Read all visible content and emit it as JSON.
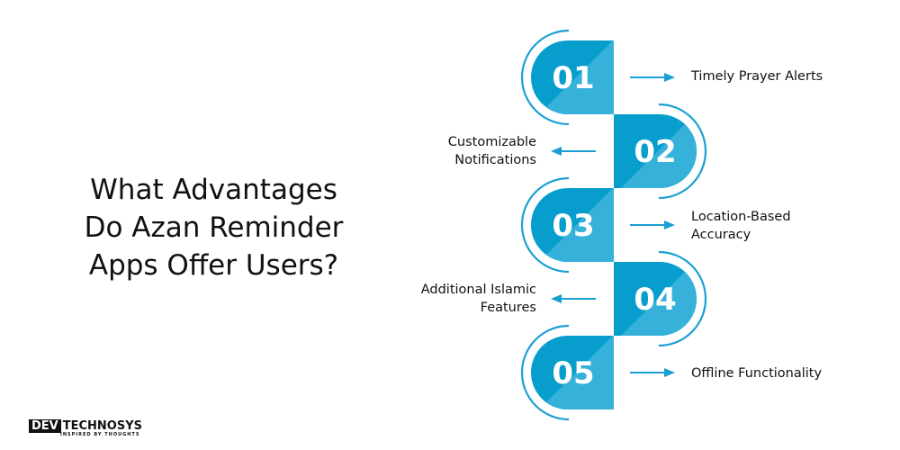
{
  "title_lines": [
    "What Advantages",
    "Do Azan Reminder",
    "Apps Offer Users?"
  ],
  "colors": {
    "dark": "#079dcd",
    "light": "#36b1da",
    "arrow": "#1a9fd2"
  },
  "steps": [
    {
      "number": "01",
      "label_lines": [
        "Timely Prayer Alerts"
      ],
      "side": "right"
    },
    {
      "number": "02",
      "label_lines": [
        "Customizable",
        "Notifications"
      ],
      "side": "left"
    },
    {
      "number": "03",
      "label_lines": [
        "Location-Based",
        "Accuracy"
      ],
      "side": "right"
    },
    {
      "number": "04",
      "label_lines": [
        "Additional Islamic",
        "Features"
      ],
      "side": "left"
    },
    {
      "number": "05",
      "label_lines": [
        "Offline Functionality"
      ],
      "side": "right"
    }
  ],
  "logo": {
    "part1": "DEV",
    "part2": "TECHNOSYS",
    "tagline": "INSPIRED BY THOUGHTS"
  }
}
